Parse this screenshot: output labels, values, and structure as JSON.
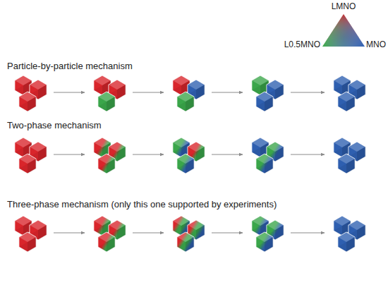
{
  "diagram": {
    "labels": [
      "Particle-by-particle mechanism",
      "Two-phase mechanism",
      "Three-phase mechanism (only this one supported by experiments)"
    ],
    "legend": [
      {
        "text": "LMNO",
        "color": "#d9252b"
      },
      {
        "text": "L0.5MNO",
        "color": "#3aa64a"
      },
      {
        "text": "MNO",
        "color": "#2e5fb0"
      }
    ]
  }
}
